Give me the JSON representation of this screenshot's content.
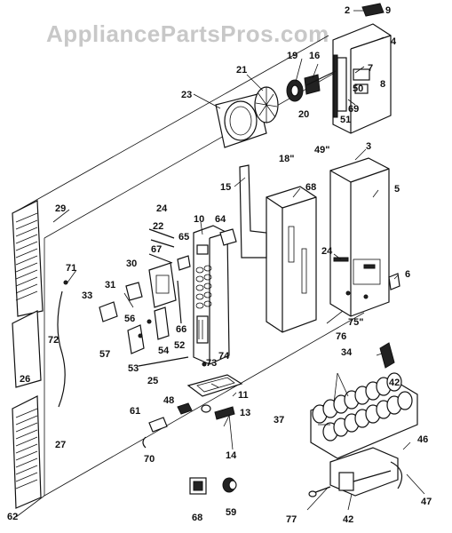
{
  "watermark": "AppliancePartsPros.com",
  "callouts": [
    {
      "id": "c2",
      "text": "2"
    },
    {
      "id": "c9",
      "text": "9"
    },
    {
      "id": "c4",
      "text": "4"
    },
    {
      "id": "c7",
      "text": "7"
    },
    {
      "id": "c8",
      "text": "8"
    },
    {
      "id": "c50",
      "text": "50"
    },
    {
      "id": "c69",
      "text": "69"
    },
    {
      "id": "c51",
      "text": "51"
    },
    {
      "id": "c16",
      "text": "16"
    },
    {
      "id": "c19",
      "text": "19"
    },
    {
      "id": "c20",
      "text": "20"
    },
    {
      "id": "c21",
      "text": "21"
    },
    {
      "id": "c23",
      "text": "23"
    },
    {
      "id": "c3",
      "text": "3"
    },
    {
      "id": "c18in",
      "text": "18\""
    },
    {
      "id": "c49in",
      "text": "49\""
    },
    {
      "id": "c5",
      "text": "5"
    },
    {
      "id": "c15",
      "text": "15"
    },
    {
      "id": "c68a",
      "text": "68"
    },
    {
      "id": "c29",
      "text": "29"
    },
    {
      "id": "c24a",
      "text": "24"
    },
    {
      "id": "c22",
      "text": "22"
    },
    {
      "id": "c10",
      "text": "10"
    },
    {
      "id": "c64",
      "text": "64"
    },
    {
      "id": "c65",
      "text": "65"
    },
    {
      "id": "c67",
      "text": "67"
    },
    {
      "id": "c24b",
      "text": "24"
    },
    {
      "id": "c6",
      "text": "6"
    },
    {
      "id": "c71",
      "text": "71"
    },
    {
      "id": "c30",
      "text": "30"
    },
    {
      "id": "c31",
      "text": "31"
    },
    {
      "id": "c33",
      "text": "33"
    },
    {
      "id": "c56",
      "text": "56"
    },
    {
      "id": "c66",
      "text": "66"
    },
    {
      "id": "c52",
      "text": "52"
    },
    {
      "id": "c75",
      "text": "75\""
    },
    {
      "id": "c76",
      "text": "76"
    },
    {
      "id": "c54",
      "text": "54"
    },
    {
      "id": "c57",
      "text": "57"
    },
    {
      "id": "c53",
      "text": "53"
    },
    {
      "id": "c72",
      "text": "72"
    },
    {
      "id": "c73",
      "text": "73"
    },
    {
      "id": "c74",
      "text": "74"
    },
    {
      "id": "c25",
      "text": "25"
    },
    {
      "id": "c26",
      "text": "26"
    },
    {
      "id": "c34",
      "text": "34"
    },
    {
      "id": "c42a",
      "text": "42"
    },
    {
      "id": "c11",
      "text": "11"
    },
    {
      "id": "c48",
      "text": "48"
    },
    {
      "id": "c13",
      "text": "13"
    },
    {
      "id": "c61",
      "text": "61"
    },
    {
      "id": "c27",
      "text": "27"
    },
    {
      "id": "c37",
      "text": "37"
    },
    {
      "id": "c46",
      "text": "46"
    },
    {
      "id": "c70",
      "text": "70"
    },
    {
      "id": "c14",
      "text": "14"
    },
    {
      "id": "c47",
      "text": "47"
    },
    {
      "id": "c68b",
      "text": "68"
    },
    {
      "id": "c59",
      "text": "59"
    },
    {
      "id": "c77",
      "text": "77"
    },
    {
      "id": "c42b",
      "text": "42"
    },
    {
      "id": "c62",
      "text": "62"
    }
  ]
}
